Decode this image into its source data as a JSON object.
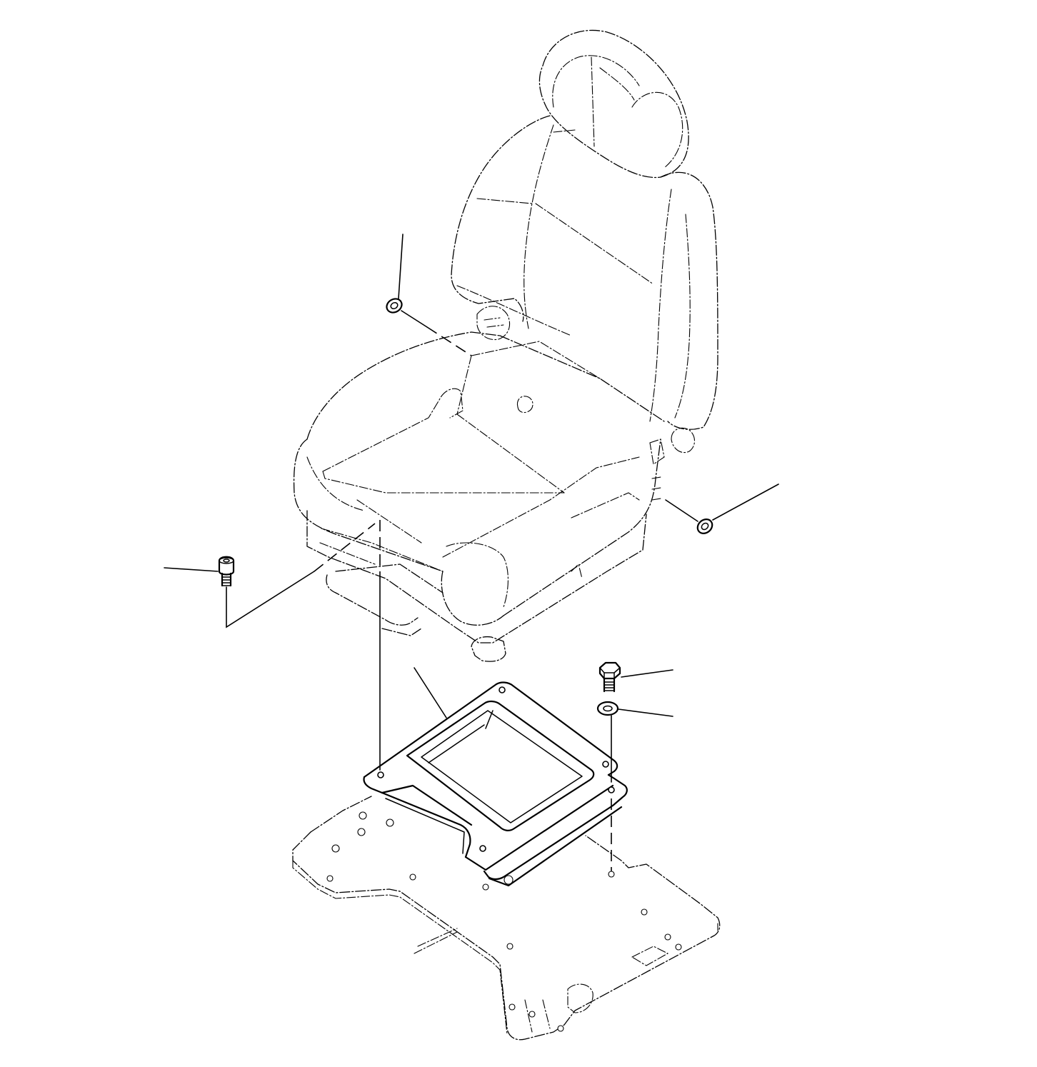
{
  "diagram": {
    "type": "exploded-parts-view",
    "parts": [
      {
        "id": "seat-assembly",
        "style": "phantom"
      },
      {
        "id": "seat-bracket-plate",
        "style": "solid"
      },
      {
        "id": "floor-mount-plate",
        "style": "phantom"
      },
      {
        "id": "socket-head-bolt",
        "style": "solid"
      },
      {
        "id": "hex-bolt",
        "style": "solid"
      },
      {
        "id": "washer",
        "style": "solid",
        "count": 3
      }
    ],
    "callout_labels": []
  }
}
